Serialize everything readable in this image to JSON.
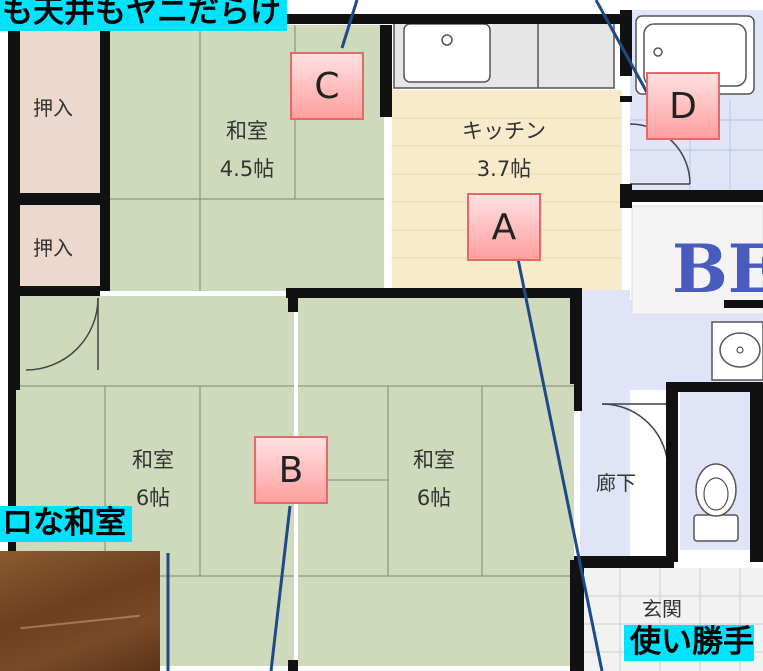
{
  "plan": {
    "rooms": [
      {
        "name": "和室",
        "size": "4.5帖"
      },
      {
        "name": "キッチン",
        "size": "3.7帖"
      },
      {
        "name": "和室",
        "size": "6帖"
      },
      {
        "name": "和室",
        "size": "6帖"
      }
    ],
    "closets": [
      "押入",
      "押入"
    ],
    "hallway": "廊下",
    "entrance": "玄関",
    "sign": "BE",
    "markers": [
      "A",
      "B",
      "C",
      "D"
    ]
  },
  "callouts": {
    "top": "も天井もヤニだらけ",
    "left": "ロな和室",
    "bottom_right": "使い勝手"
  },
  "colors": {
    "tatami": "#cfd9bb",
    "kitchen": "#f7ebcb",
    "closet": "#ecd8cd",
    "wall": "#111111",
    "bath_floor": "#dfe5f7",
    "callout": "#00e3ff",
    "marker": "#ff9f9f",
    "leader": "#1f4a87"
  }
}
